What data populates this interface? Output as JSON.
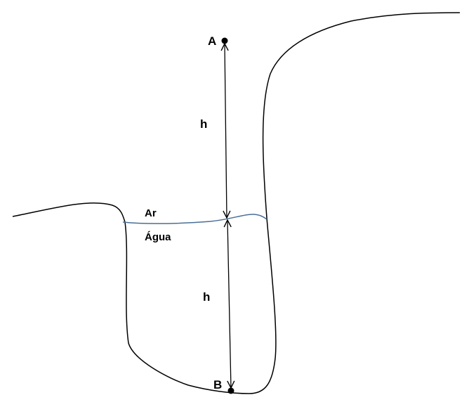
{
  "labels": {
    "point_a": "A",
    "point_b": "B",
    "height_upper": "h",
    "height_lower": "h",
    "air": "Ar",
    "water": "Água"
  },
  "colors": {
    "outline": "#000000",
    "water_surface": "#4a6f96",
    "background": "#ffffff"
  }
}
